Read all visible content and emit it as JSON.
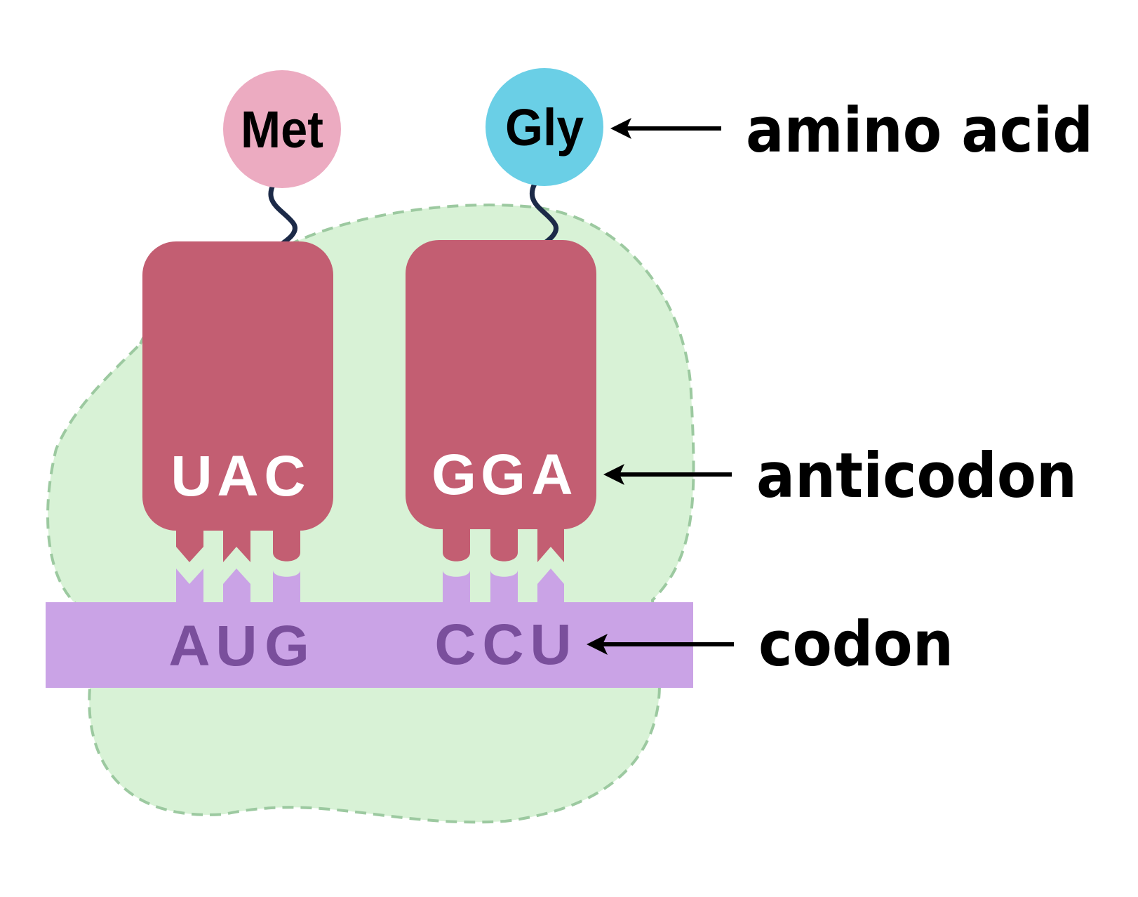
{
  "amino_acids": {
    "left": "Met",
    "right": "Gly"
  },
  "anticodons": {
    "left": [
      "U",
      "A",
      "C"
    ],
    "right": [
      "G",
      "G",
      "A"
    ]
  },
  "codons": {
    "left": [
      "A",
      "U",
      "G"
    ],
    "right": [
      "C",
      "C",
      "U"
    ]
  },
  "labels": {
    "amino_acid": "amino acid",
    "anticodon": "anticodon",
    "codon": "codon"
  },
  "colors": {
    "ribosome_fill": "#d8f2d6",
    "ribosome_outline": "#9cc9a0",
    "trna_body": "#c35e72",
    "mrna_strand": "#caa3e6",
    "codon_letters": "#7a4f9c",
    "anticodon_letters": "#ffffff",
    "met_circle": "#ecabc1",
    "gly_circle": "#6acfe6",
    "linker": "#1c2a48",
    "arrow": "#000000"
  }
}
